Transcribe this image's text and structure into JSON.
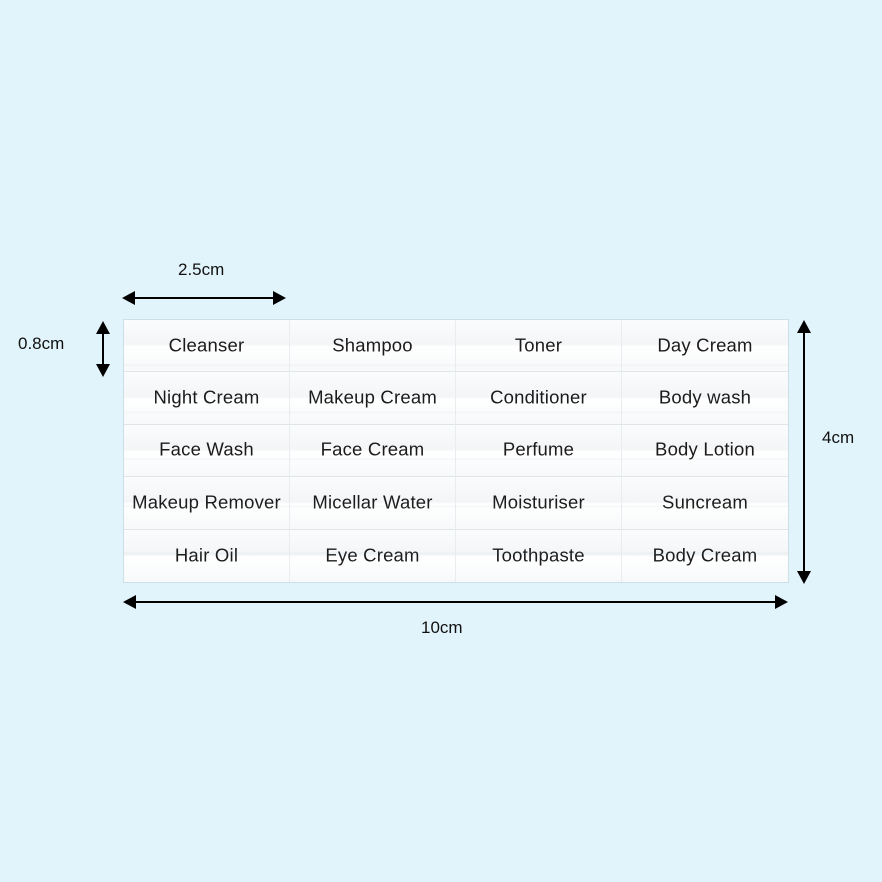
{
  "background_color": "#e2f4fb",
  "sheet": {
    "color": "#ffffff",
    "columns": 4,
    "rows": 5,
    "labels": [
      [
        "Cleanser",
        "Shampoo",
        "Toner",
        "Day Cream"
      ],
      [
        "Night Cream",
        "Makeup Cream",
        "Conditioner",
        "Body wash"
      ],
      [
        "Face Wash",
        "Face Cream",
        "Perfume",
        "Body Lotion"
      ],
      [
        "Makeup Remover",
        "Micellar Water",
        "Moisturiser",
        "Suncream"
      ],
      [
        "Hair Oil",
        "Eye Cream",
        "Toothpaste",
        "Body Cream"
      ]
    ]
  },
  "dimensions": {
    "label_width": "2.5cm",
    "label_height": "0.8cm",
    "sheet_width": "10cm",
    "sheet_height": "4cm"
  }
}
